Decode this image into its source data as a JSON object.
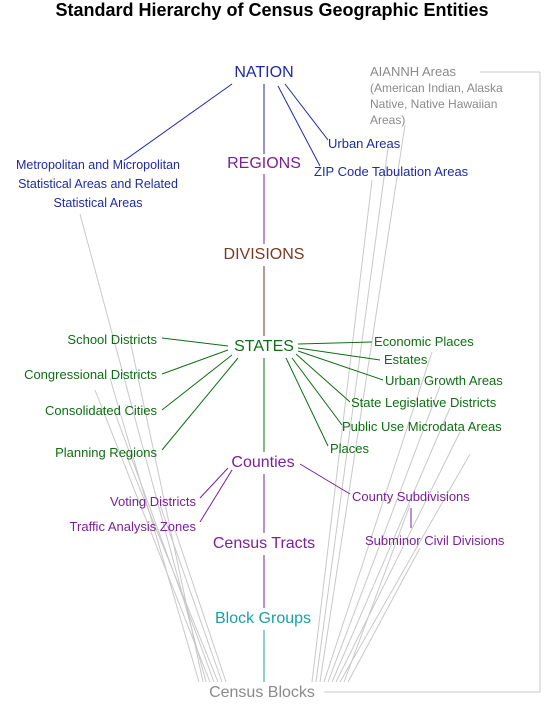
{
  "title": "Standard Hierarchy of Census Geographic Entities",
  "nodes": {
    "nation": "NATION",
    "regions": "REGIONS",
    "divisions": "DIVISIONS",
    "states": "STATES",
    "counties": "Counties",
    "census_tracts": "Census Tracts",
    "block_groups": "Block Groups",
    "census_blocks": "Census Blocks",
    "aiannh_areas": "AIANNH Areas",
    "aiannh_note": "(American Indian, Alaska\nNative, Native Hawaiian\nAreas)",
    "urban_areas": "Urban Areas",
    "zcta": "ZIP Code Tabulation Areas",
    "metro": "Metropolitan and Micropolitan\nStatistical Areas and Related\nStatistical Areas",
    "school_districts": "School Districts",
    "congressional_districts": "Congressional Districts",
    "consolidated_cities": "Consolidated Cities",
    "planning_regions": "Planning Regions",
    "economic_places": "Economic Places",
    "estates": "Estates",
    "urban_growth_areas": "Urban Growth Areas",
    "state_legislative_districts": "State Legislative Districts",
    "puma": "Public Use Microdata Areas",
    "places": "Places",
    "voting_districts": "Voting Districts",
    "traffic_analysis_zones": "Traffic Analysis Zones",
    "county_subdivisions": "County Subdivisions",
    "subminor_civil_divisions": "Subminor Civil Divisions"
  },
  "colors": {
    "blue": "#1f2aa6",
    "purple": "#7b1f9a",
    "brown": "#7a3a24",
    "green": "#0e6e12",
    "teal": "#18a0a8",
    "gray": "#8a8a8a",
    "line_gray": "#c8c8c8"
  }
}
